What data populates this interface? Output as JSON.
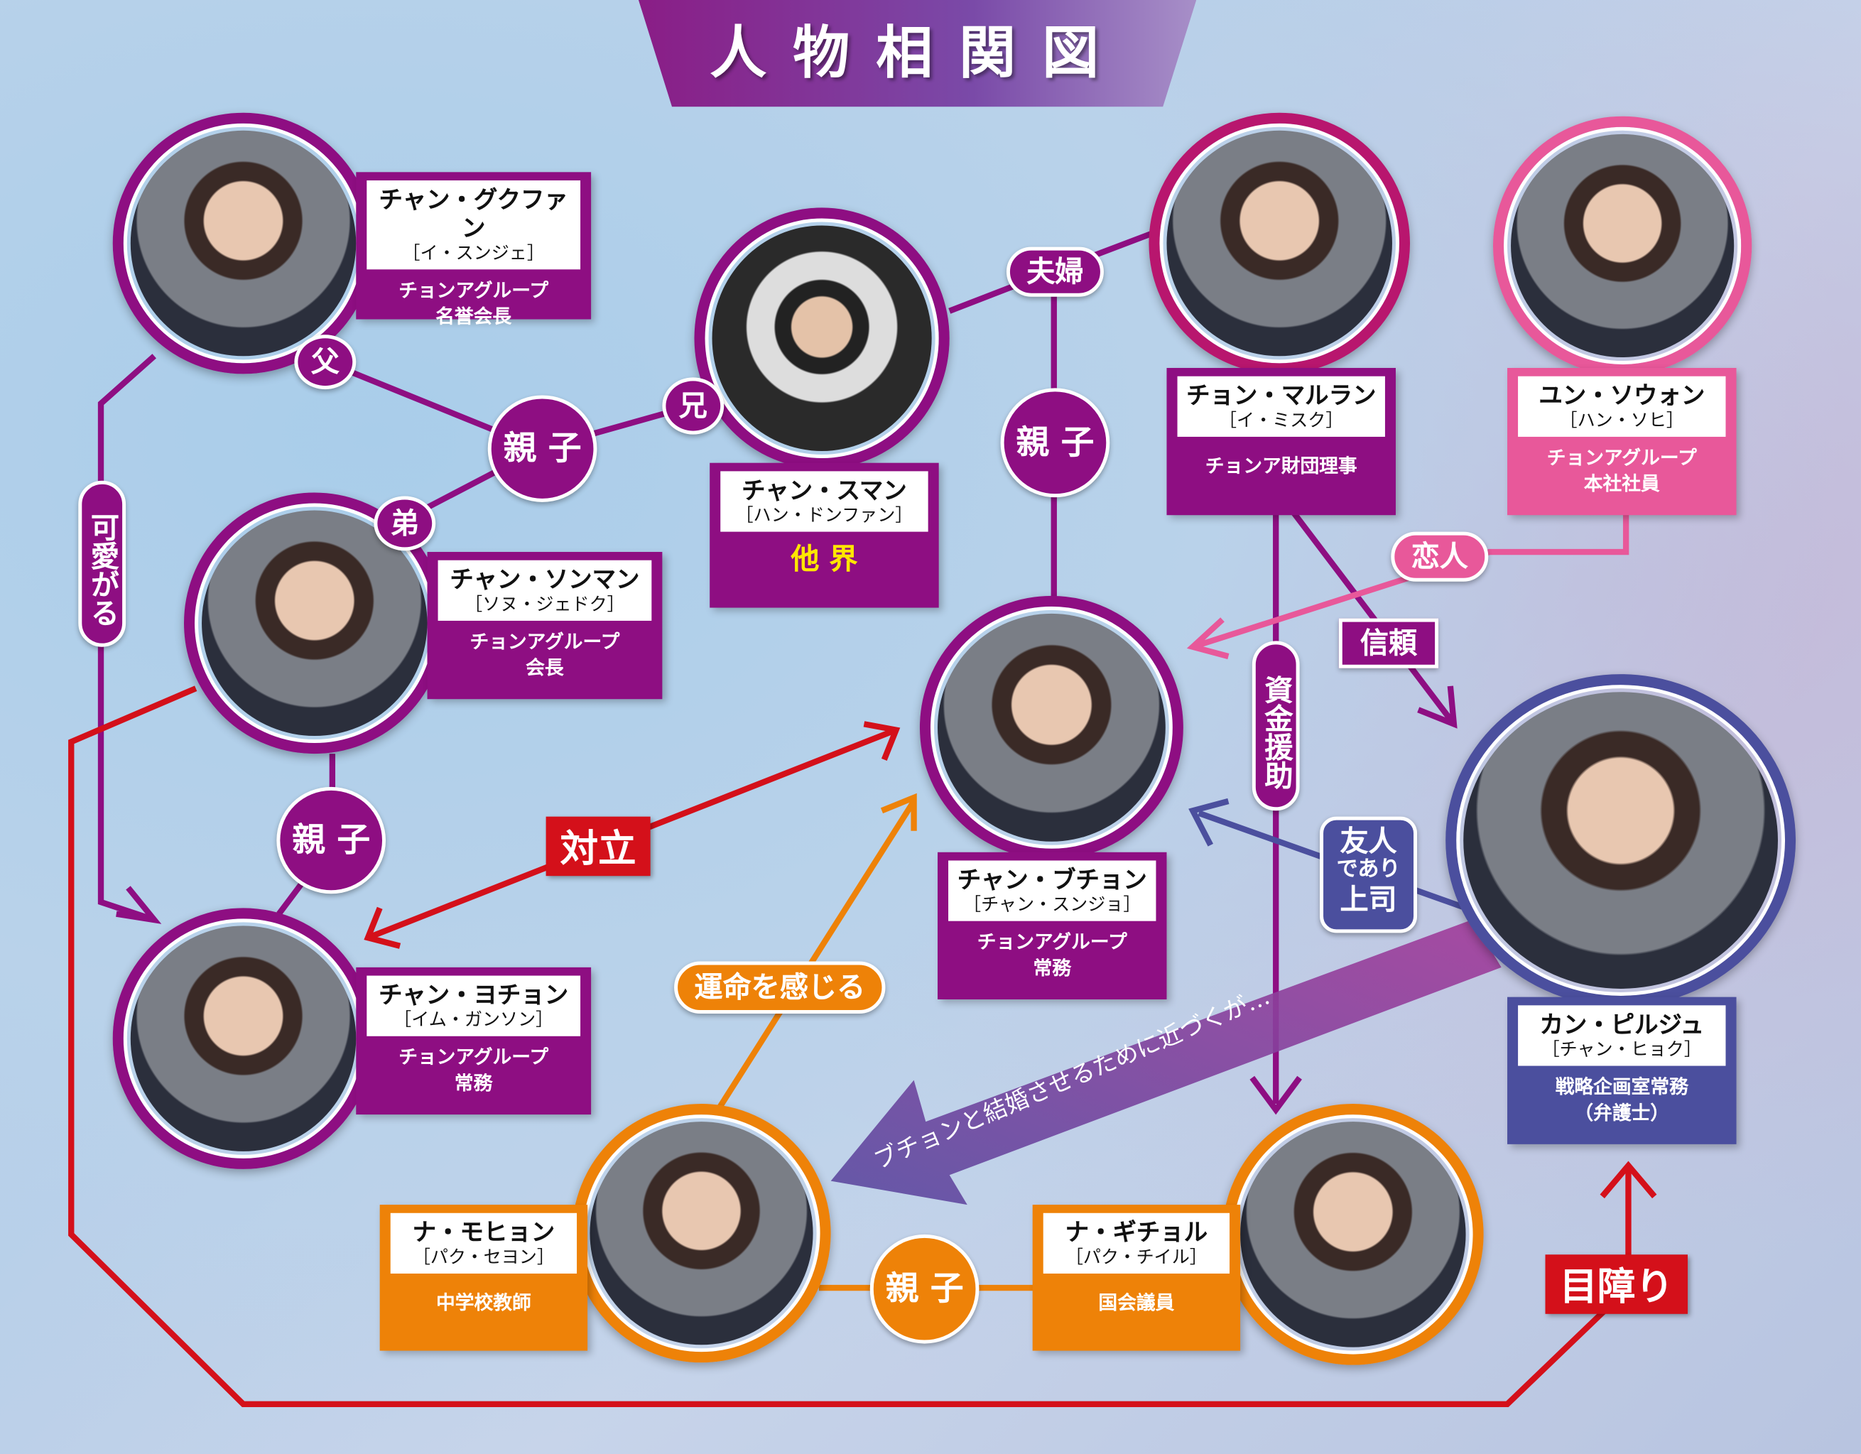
{
  "title": "人物相関図",
  "colors": {
    "purple": "#8e0e82",
    "magenta": "#b8166e",
    "pink": "#e8589a",
    "blue": "#4b4f9e",
    "orange": "#ee8208",
    "red": "#d4101a"
  },
  "characters": [
    {
      "name": "チャン・グクファン",
      "actor": "［イ・スンジェ］",
      "role1": "チョンアグループ",
      "role2": "名誉会長"
    },
    {
      "name": "チャン・スマン",
      "actor": "［ハン・ドンファン］",
      "role1": "他 界",
      "role2": ""
    },
    {
      "name": "チョン・マルラン",
      "actor": "［イ・ミスク］",
      "role1": "チョンア財団理事",
      "role2": ""
    },
    {
      "name": "ユン・ソウォン",
      "actor": "［ハン・ソヒ］",
      "role1": "チョンアグループ",
      "role2": "本社社員"
    },
    {
      "name": "チャン・ソンマン",
      "actor": "［ソヌ・ジェドク］",
      "role1": "チョンアグループ",
      "role2": "会長"
    },
    {
      "name": "チャン・ブチョン",
      "actor": "［チャン・スンジョ］",
      "role1": "チョンアグループ",
      "role2": "常務"
    },
    {
      "name": "カン・ピルジュ",
      "actor": "［チャン・ヒョク］",
      "role1": "戦略企画室常務",
      "role2": "（弁護士）"
    },
    {
      "name": "チャン・ヨチョン",
      "actor": "［イム・ガンソン］",
      "role1": "チョンアグループ",
      "role2": "常務"
    },
    {
      "name": "ナ・モヒョン",
      "actor": "［パク・セヨン］",
      "role1": "中学校教師",
      "role2": ""
    },
    {
      "name": "ナ・ギチョル",
      "actor": "［パク・チイル］",
      "role1": "国会議員",
      "role2": ""
    }
  ],
  "relations": {
    "father": "父",
    "elder_brother": "兄",
    "younger_brother": "弟",
    "parent_child_1": "親 子",
    "parent_child_2": "親 子",
    "parent_child_3": "親 子",
    "parent_child_4": "親 子",
    "couple": "夫婦",
    "cherish": "可愛がる",
    "lovers": "恋人",
    "trust": "信頼",
    "funding": "資金援助",
    "friend_boss_1": "友人",
    "friend_boss_2": "であり",
    "friend_boss_3": "上司",
    "conflict": "対立",
    "destiny": "運命を感じる",
    "obstacle": "目障り",
    "approach": "ブチョンと結婚させるために近づくが…"
  }
}
